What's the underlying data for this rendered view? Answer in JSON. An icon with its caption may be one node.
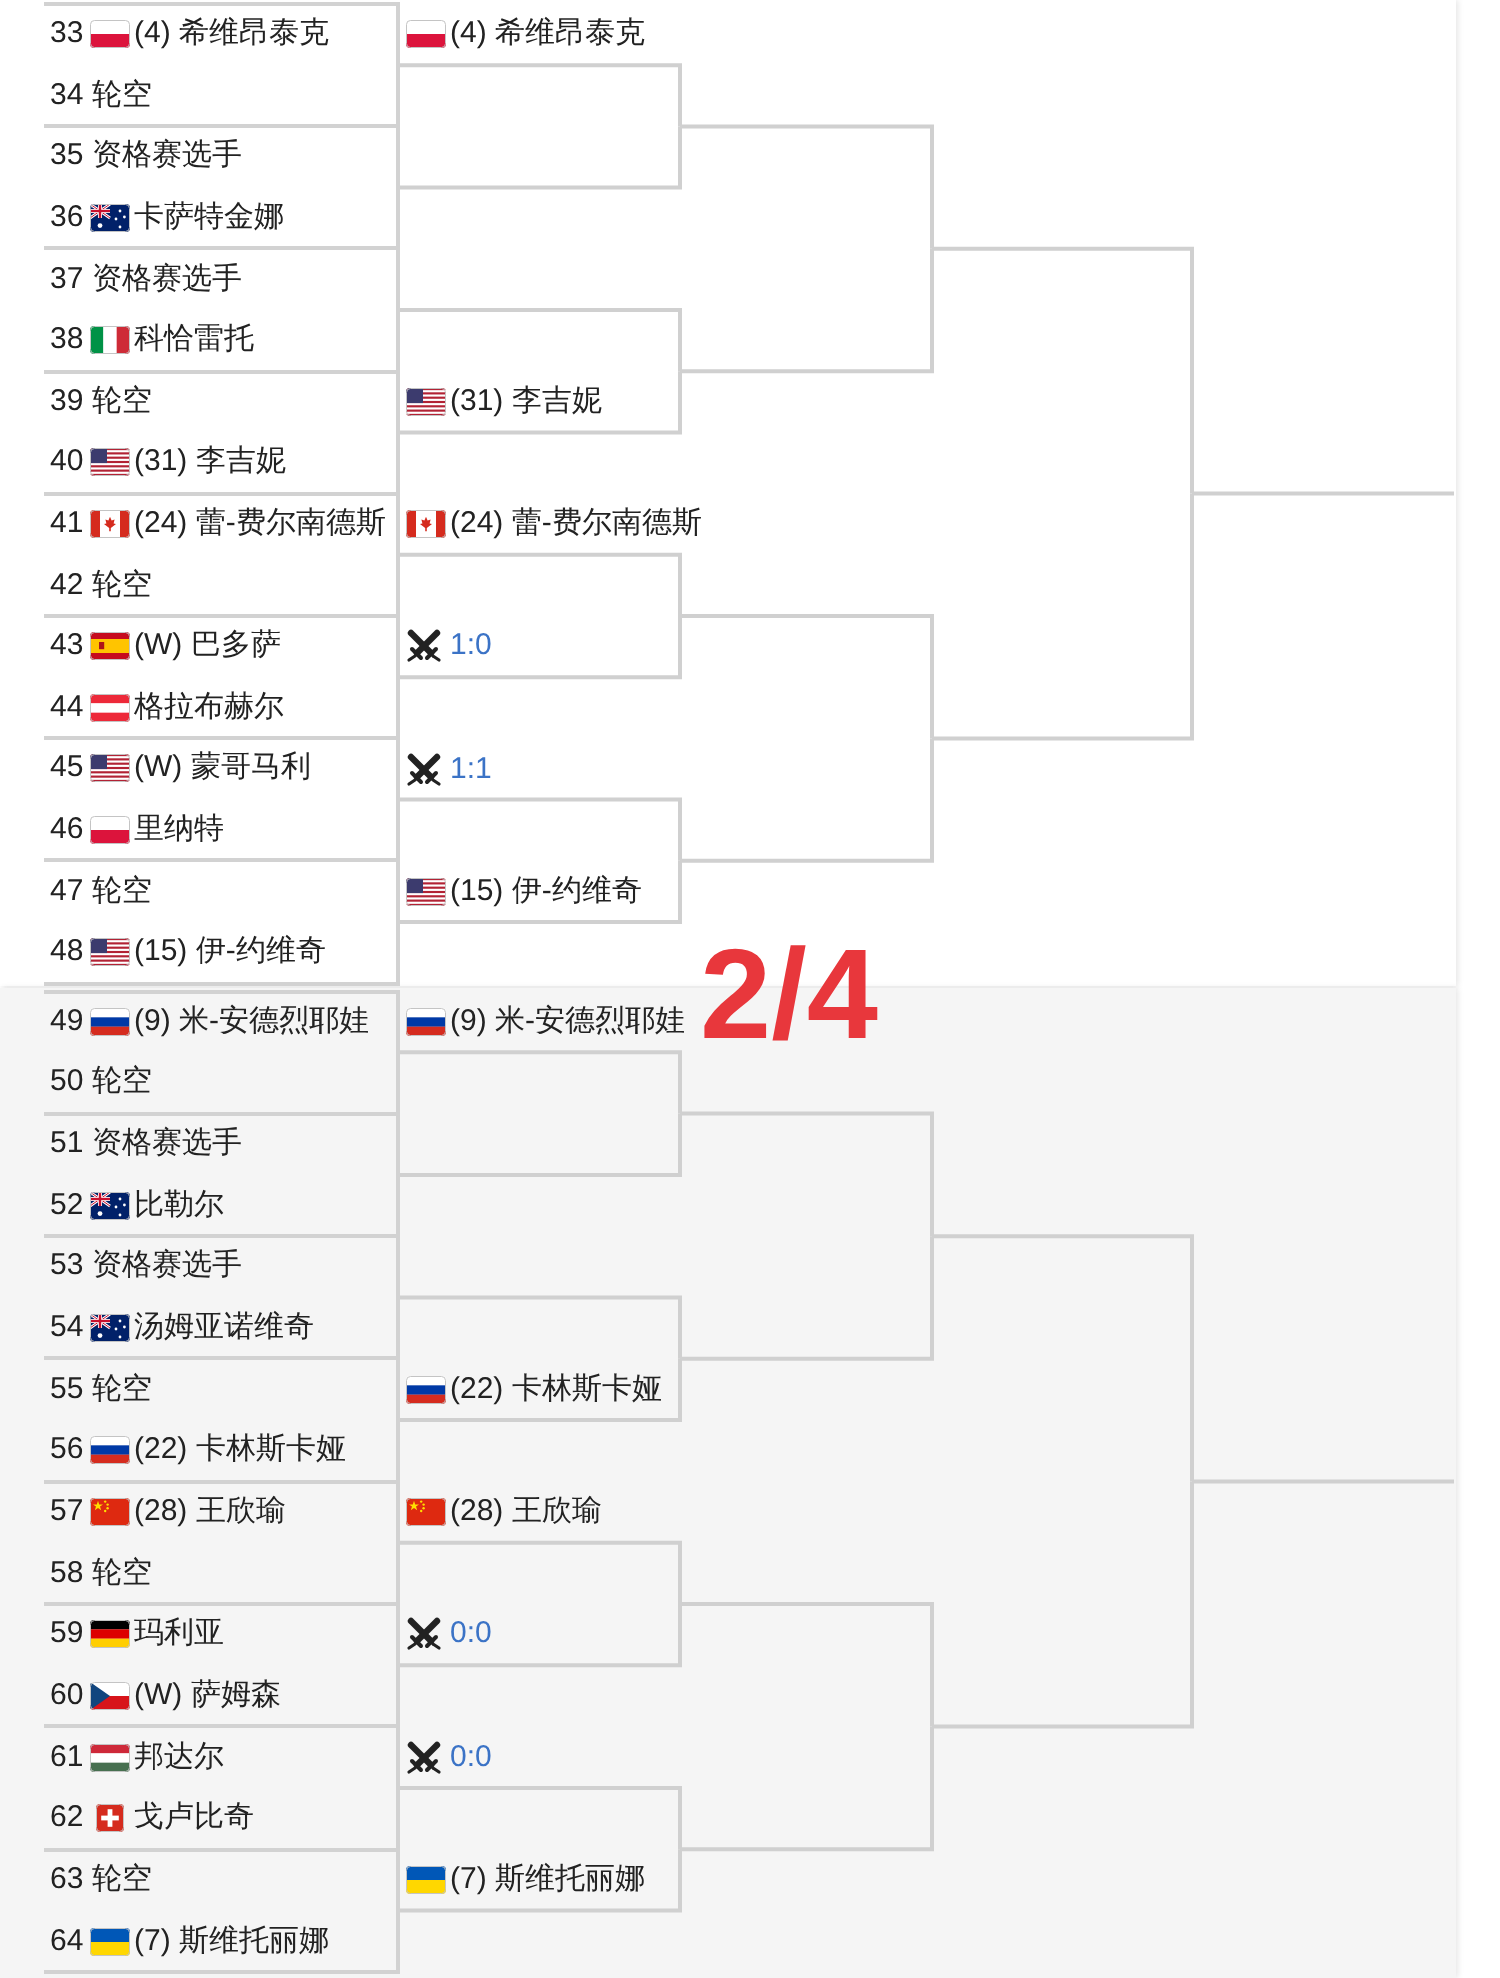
{
  "diagram": {
    "nodes": [
      {
        "text": [
          "33",
          "(4) 希维昂泰克",
          "34",
          "轮空"
        ]
      },
      {
        "text": [
          "35",
          "资格赛选手",
          "36",
          "卡萨特金娜"
        ]
      },
      {
        "text": [
          "37",
          "资格赛选手",
          "38",
          "科恰雷托"
        ]
      },
      {
        "text": [
          "39",
          "轮空",
          "40",
          "(31) 李吉妮"
        ]
      },
      {
        "text": [
          "41",
          "(24) 蕾-费尔南德斯",
          "42",
          "轮空"
        ]
      },
      {
        "text": [
          "43",
          "(W) 巴多萨",
          "44",
          "格拉布赫尔"
        ]
      },
      {
        "text": [
          "45",
          "(W) 蒙哥马利",
          "46",
          "里纳特"
        ]
      },
      {
        "text": [
          "47",
          "轮空",
          "48",
          "(15) 伊-约维奇"
        ]
      },
      {
        "text": [
          "49",
          "(9) 米-安德烈耶娃",
          "50",
          "轮空"
        ]
      },
      {
        "text": [
          "51",
          "资格赛选手",
          "52",
          "比勒尔"
        ]
      },
      {
        "text": [
          "53",
          "资格赛选手",
          "54",
          "汤姆亚诺维奇"
        ]
      },
      {
        "text": [
          "55",
          "轮空",
          "56",
          "(22) 卡林斯卡娅"
        ]
      },
      {
        "text": [
          "57",
          "(28) 王欣瑜",
          "58",
          "轮空"
        ]
      },
      {
        "text": [
          "59",
          "玛利亚",
          "60",
          "(W) 萨姆森"
        ]
      },
      {
        "text": [
          "61",
          "邦达尔",
          "62",
          "戈卢比奇"
        ]
      },
      {
        "text": [
          "63",
          "轮空",
          "64",
          "(7) 斯维托丽娜"
        ]
      }
    ],
    "edges": [
      {
        "from": 0,
        "to": null,
        "arrow": "none",
        "label": "(4) 希维昂泰克"
      },
      {
        "from": 1,
        "to": null,
        "arrow": "none"
      },
      {
        "from": 2,
        "to": null,
        "arrow": "none"
      },
      {
        "from": 3,
        "to": null,
        "arrow": "none",
        "label": "(31) 李吉妮"
      },
      {
        "from": 4,
        "to": null,
        "arrow": "none",
        "label": "(24) 蕾-费尔南德斯"
      },
      {
        "from": 5,
        "to": null,
        "arrow": "none",
        "label": "1:0"
      },
      {
        "from": 6,
        "to": null,
        "arrow": "none",
        "label": "1:1"
      },
      {
        "from": 7,
        "to": null,
        "arrow": "none",
        "label": "(15) 伊-约维奇"
      },
      {
        "from": 8,
        "to": null,
        "arrow": "none",
        "label": "(9) 米-安德烈耶娃"
      },
      {
        "from": 9,
        "to": null,
        "arrow": "none"
      },
      {
        "from": 10,
        "to": null,
        "arrow": "none"
      },
      {
        "from": 11,
        "to": null,
        "arrow": "none",
        "label": "(22) 卡林斯卡娅"
      },
      {
        "from": 12,
        "to": null,
        "arrow": "none",
        "label": "(28) 王欣瑜"
      },
      {
        "from": 13,
        "to": null,
        "arrow": "none",
        "label": "0:0"
      },
      {
        "from": 14,
        "to": null,
        "arrow": "none",
        "label": "0:0"
      },
      {
        "from": 15,
        "to": null,
        "arrow": "none",
        "label": "(7) 斯维托丽娜"
      }
    ],
    "labels": [
      "2/4"
    ]
  }
}
